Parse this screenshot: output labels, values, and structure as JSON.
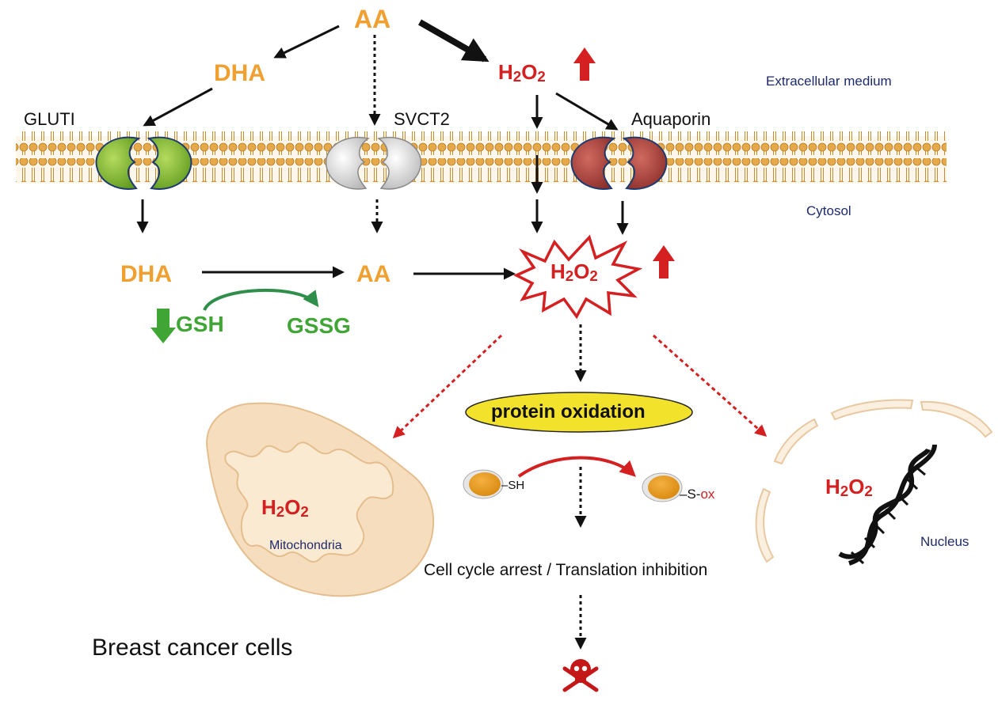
{
  "extracellular": {
    "aa_top": "AA",
    "dha_top": "DHA",
    "h2o2_top_main": "H",
    "h2o2_top_sub1": "2",
    "h2o2_top_mid": "O",
    "h2o2_top_sub2": "2",
    "medium_label": "Extracellular medium"
  },
  "transporters": {
    "gluti": "GLUTI",
    "svct2": "SVCT2",
    "aquaporin": "Aquaporin"
  },
  "cytosol": {
    "label": "Cytosol",
    "dha": "DHA",
    "aa": "AA",
    "h2o2_main": "H",
    "h2o2_sub1": "2",
    "h2o2_mid": "O",
    "h2o2_sub2": "2",
    "gsh": "GSH",
    "gssg": "GSSG"
  },
  "effects": {
    "protein_oxidation": "protein oxidation",
    "sh": "–SH",
    "s_prefix": "–S-",
    "s_ox": "ox",
    "cell_cycle": "Cell cycle arrest / Translation inhibition",
    "mito_h2o2_main": "H",
    "mito_h2o2_sub1": "2",
    "mito_h2o2_mid": "O",
    "mito_h2o2_sub2": "2",
    "mitochondria": "Mitochondria",
    "nuc_h2o2_main": "H",
    "nuc_h2o2_sub1": "2",
    "nuc_h2o2_mid": "O",
    "nuc_h2o2_sub2": "2",
    "nucleus": "Nucleus",
    "cell_type": "Breast cancer cells"
  },
  "colors": {
    "orange": "#F0A030",
    "red": "#D42020",
    "green": "#3FA535",
    "navy": "#1F2A6B",
    "gluti_green": "#7DB52E",
    "svct2_grey": "#E6E6E6",
    "aquaporin_red": "#A8403A",
    "membrane": "#E6A94A",
    "mito_fill": "#F6DDBD",
    "protein_yellow": "#F2E22C"
  }
}
